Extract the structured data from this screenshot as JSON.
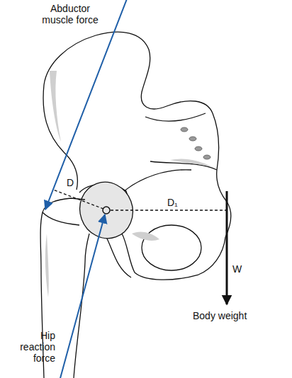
{
  "diagram": {
    "labels": [
      "Abductor muscle force",
      "D",
      "D₁",
      "W",
      "Body weight",
      "Hip reaction force"
    ]
  }
}
